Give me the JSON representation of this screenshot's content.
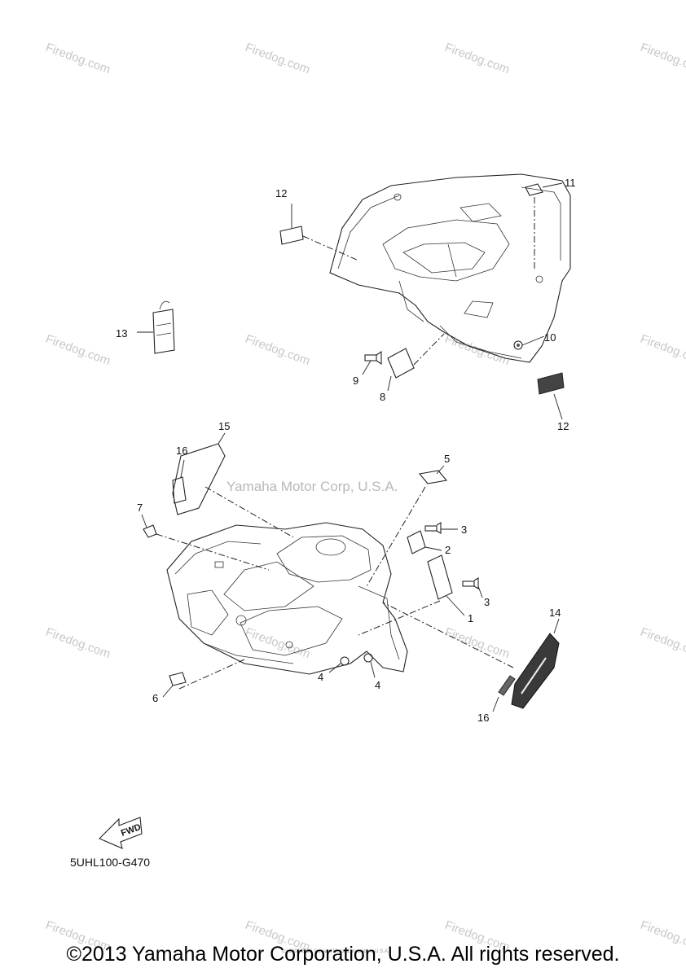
{
  "watermark": {
    "text": "Firedog.com"
  },
  "center_watermark": "Yamaha Motor Corp, U.S.A.",
  "callouts": {
    "c1": "1",
    "c2": "2",
    "c3a": "3",
    "c3b": "3",
    "c4a": "4",
    "c4b": "4",
    "c5": "5",
    "c6": "6",
    "c7": "7",
    "c8": "8",
    "c9": "9",
    "c10": "10",
    "c11": "11",
    "c12a": "12",
    "c12b": "12",
    "c13": "13",
    "c14": "14",
    "c15": "15",
    "c16a": "16",
    "c16b": "16"
  },
  "fwd_label": "FWD",
  "diagram_ref": "5UHL100-G470",
  "tiny_copyright": "(c) 2000-2015 Yamaha Motor Corporation, U.S.A.",
  "footer": "©2013 Yamaha Motor Corporation, U.S.A. All rights reserved."
}
